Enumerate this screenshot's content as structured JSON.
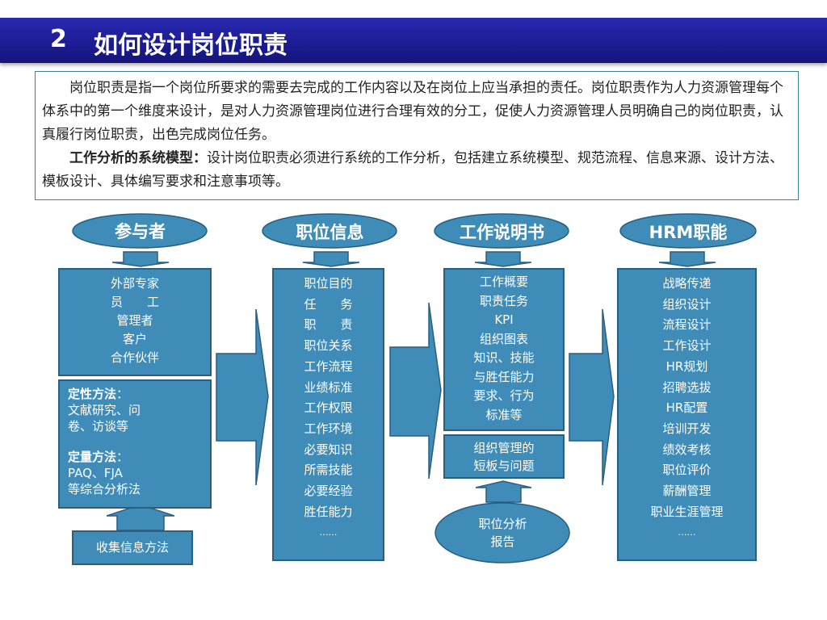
{
  "header": {
    "number": "2",
    "title": "如何设计岗位职责"
  },
  "intro": {
    "paragraph1": "岗位职责是指一个岗位所要求的需要去完成的工作内容以及在岗位上应当承担的责任。岗位职责作为人力资源管理每个体系中的第一个维度来设计，是对人力资源管理岗位进行合理有效的分工，促使人力资源管理人员明确自己的岗位职责，认真履行岗位职责，出色完成岗位任务。",
    "paragraph2_bold": "工作分析的系统模型：",
    "paragraph2": "设计岗位职责必须进行系统的工作分析，包括建立系统模型、规范流程、信息来源、设计方法、模板设计、具体编写要求和注意事项等。"
  },
  "columns": {
    "participants": {
      "title": "参与者",
      "items": [
        "外部专家",
        "员　　工",
        "管理者",
        "客户",
        "合作伙伴"
      ],
      "methods": {
        "qual_label": "定性方法",
        "qual_text": "文献研究、问卷、访谈等",
        "quant_label": "定量方法",
        "quant_text1": "PAQ、FJA",
        "quant_text2": "等综合分析法"
      },
      "collect": "收集信息方法"
    },
    "position_info": {
      "title": "职位信息",
      "items": [
        "职位目的",
        "任　　务",
        "职　　责",
        "职位关系",
        "工作流程",
        "业绩标准",
        "工作权限",
        "工作环境",
        "必要知识",
        "所需技能",
        "必要经验",
        "胜任能力",
        "……"
      ]
    },
    "job_description": {
      "title": "工作说明书",
      "items": [
        "工作概要",
        "职责任务",
        "KPI",
        "组织图表",
        "知识、技能",
        "与胜任能力",
        "要求、行为",
        "标准等"
      ],
      "problems": [
        "组织管理的",
        "短板与问题"
      ],
      "report": [
        "职位分析",
        "报告"
      ]
    },
    "hrm": {
      "title": "HRM职能",
      "items": [
        "战略传递",
        "组织设计",
        "流程设计",
        "工作设计",
        "HR规划",
        "招聘选拔",
        "HR配置",
        "培训开发",
        "绩效考核",
        "职位评价",
        "薪酬管理",
        "职业生涯管理",
        "……"
      ]
    }
  },
  "colors": {
    "box": "#3f8cb8",
    "border": "#2a5f7e",
    "header": "#1c1c95"
  }
}
